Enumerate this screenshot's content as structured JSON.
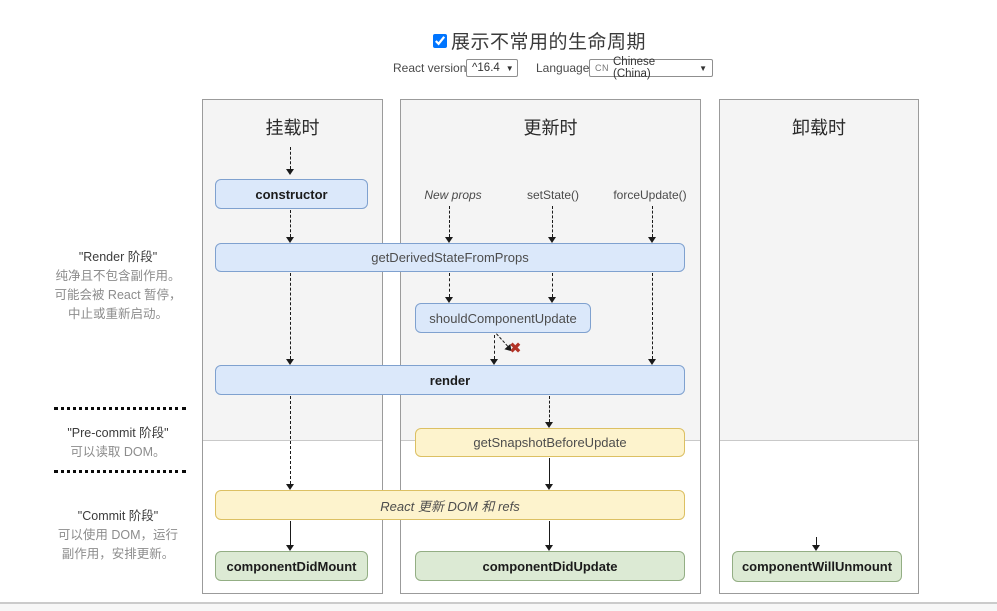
{
  "header": {
    "title": "展示不常用的生命周期",
    "checkbox_checked": true
  },
  "controls": {
    "react_version_label": "React version",
    "react_version_value": "^16.4",
    "caret": "▼",
    "language_label": "Language",
    "language_code": "CN",
    "language_value": "Chinese (China)"
  },
  "columns": {
    "mounting": "挂载时",
    "updating": "更新时",
    "unmounting": "卸载时"
  },
  "phases": {
    "render": {
      "title": "\"Render 阶段\"",
      "lines": [
        "纯净且不包含副作用。",
        "可能会被 React 暂停，",
        "中止或重新启动。"
      ]
    },
    "pre_commit": {
      "title": "\"Pre-commit 阶段\"",
      "lines": [
        "可以读取 DOM。"
      ]
    },
    "commit": {
      "title": "\"Commit 阶段\"",
      "lines": [
        "可以使用 DOM，运行",
        "副作用，安排更新。"
      ]
    }
  },
  "triggers": {
    "new_props": "New props",
    "set_state": "setState()",
    "force_update": "forceUpdate()"
  },
  "methods": {
    "constructor": "constructor",
    "get_derived_state_from_props": "getDerivedStateFromProps",
    "should_component_update": "shouldComponentUpdate",
    "render": "render",
    "get_snapshot_before_update": "getSnapshotBeforeUpdate",
    "react_updates_dom": "React 更新 DOM 和 refs",
    "component_did_mount": "componentDidMount",
    "component_did_update": "componentDidUpdate",
    "component_will_unmount": "componentWillUnmount"
  },
  "icons": {
    "abort_x": "✖"
  },
  "colors": {
    "blue_fill": "#dbe8fa",
    "blue_border": "#7fa1cf",
    "yellow_fill": "#fdf3cd",
    "yellow_border": "#dcc063",
    "green_fill": "#dcead4",
    "green_border": "#93ae84",
    "abort_red": "#b23327",
    "column_shade": "#f4f4f4"
  }
}
